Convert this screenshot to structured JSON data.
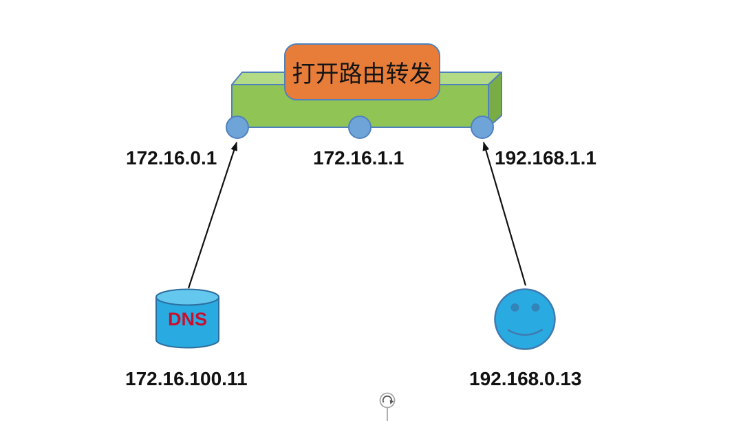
{
  "router": {
    "label": "打开路由转发",
    "interfaces": [
      {
        "ip": "172.16.0.1"
      },
      {
        "ip": "172.16.1.1"
      },
      {
        "ip": "192.168.1.1"
      }
    ]
  },
  "dns_server": {
    "name": "DNS",
    "ip": "172.16.100.11"
  },
  "client": {
    "ip": "192.168.0.13"
  },
  "connections": [
    {
      "from": "dns-server",
      "to": "router-port-1",
      "style": "arrow-up"
    },
    {
      "from": "client",
      "to": "router-port-3",
      "style": "arrow-up"
    }
  ],
  "icons": {
    "dns_server": "database-cylinder-icon",
    "client": "smiley-face-icon",
    "handle": "rotate-clockwise-icon"
  },
  "colors": {
    "router_front": "#90c556",
    "router_top": "#b3da84",
    "router_side": "#79ab47",
    "shape_outline": "#4f81bd",
    "port_fill": "#6fa4d8",
    "label_fill": "#e87d3a",
    "dns_body": "#29abe2",
    "dns_top": "#64c7ee",
    "dns_outline": "#2c6e9e",
    "dns_text": "#c8102e",
    "client_fill": "#29abe2",
    "client_outline": "#3f7ab0",
    "client_feature": "#2f86ba",
    "arrow": "#111111",
    "handle_gray": "#a6a6a6",
    "handle_arrow": "#595959",
    "text": "#111111"
  }
}
